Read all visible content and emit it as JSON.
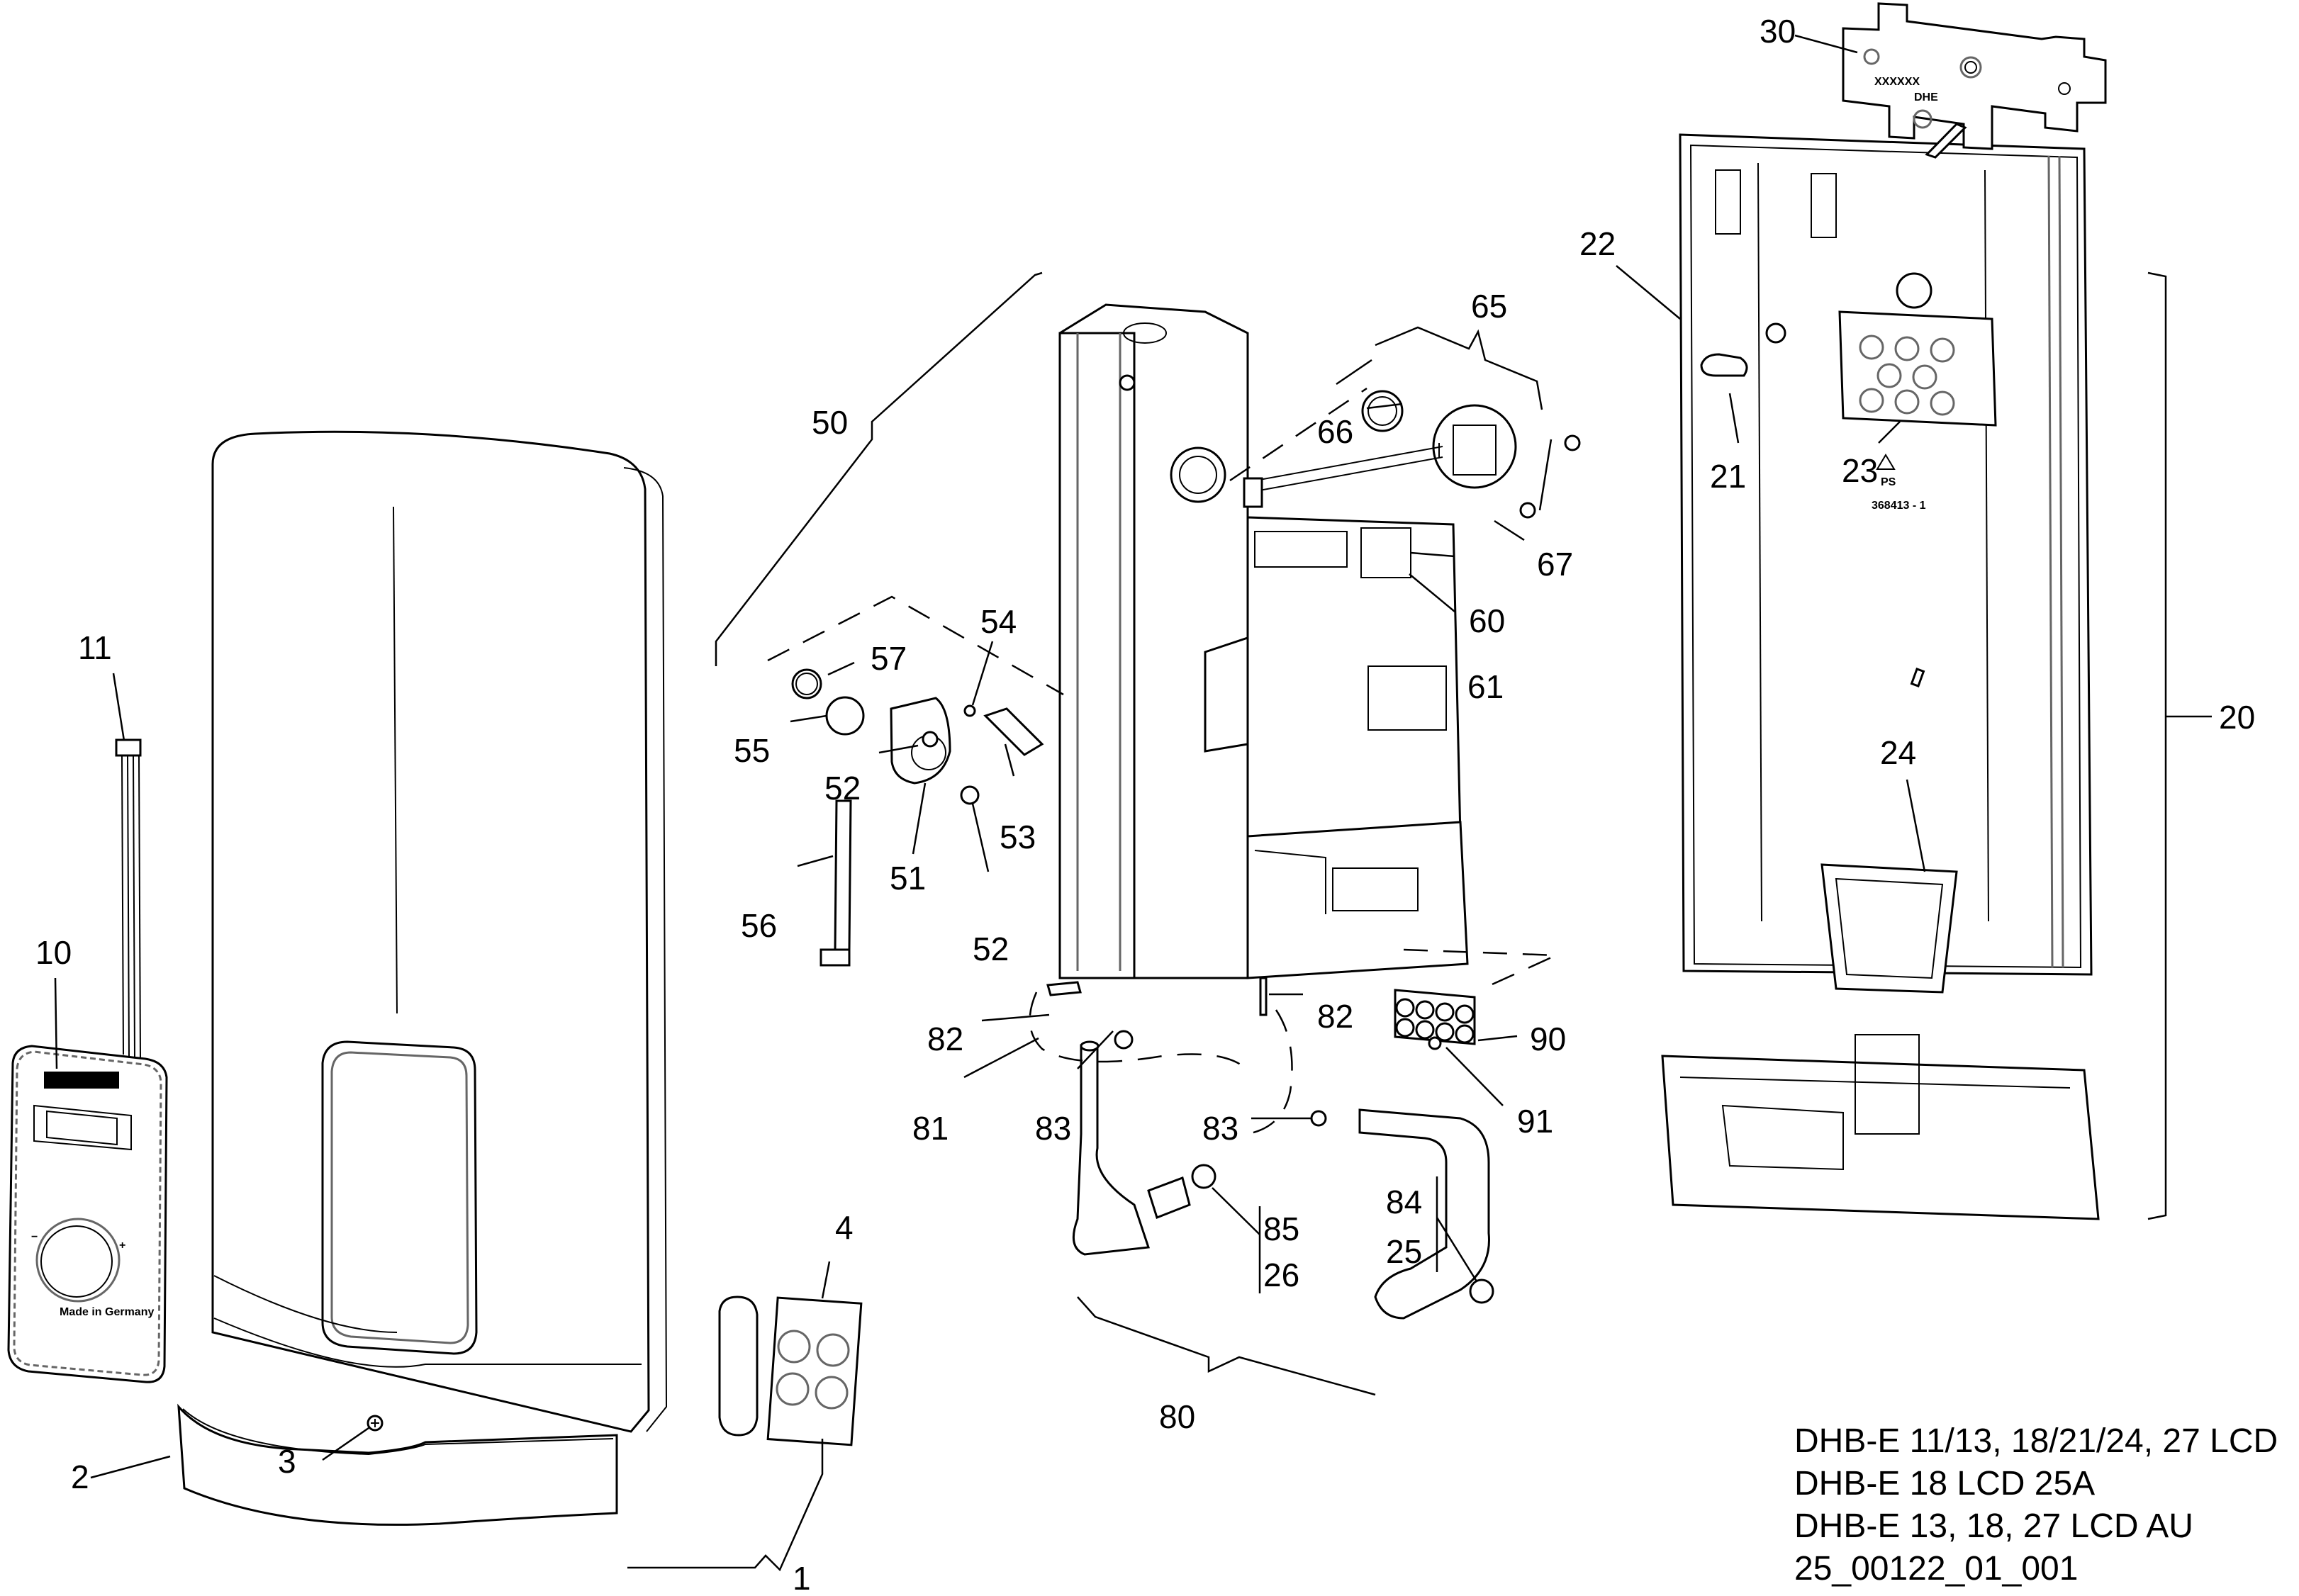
{
  "title_block": {
    "lines": [
      "DHB-E 11/13, 18/21/24, 27 LCD",
      "DHB-E 18 LCD 25A",
      "DHB-E 13, 18, 27 LCD AU",
      "25_00122_01_001"
    ]
  },
  "callouts": {
    "c1": "1",
    "c2": "2",
    "c3": "3",
    "c4": "4",
    "c10": "10",
    "c11": "11",
    "c20": "20",
    "c21": "21",
    "c22": "22",
    "c23": "23",
    "c24": "24",
    "c25": "25",
    "c26": "26",
    "c30": "30",
    "c50": "50",
    "c51": "51",
    "c52a": "52",
    "c52b": "52",
    "c53": "53",
    "c54": "54",
    "c55": "55",
    "c56": "56",
    "c57": "57",
    "c60": "60",
    "c61": "61",
    "c65": "65",
    "c66": "66",
    "c67": "67",
    "c80": "80",
    "c81": "81",
    "c82a": "82",
    "c82b": "82",
    "c83a": "83",
    "c83b": "83",
    "c84": "84",
    "c85": "85",
    "c90": "90",
    "c91": "91"
  },
  "part_markings": {
    "mounting_plate_code": "XXXXXX",
    "mounting_plate_model": "DHE",
    "recycling_material": "PS",
    "back_panel_number": "368413 - 1",
    "control_panel_origin": "Made in Germany",
    "control_minus": "−",
    "control_plus": "+"
  }
}
